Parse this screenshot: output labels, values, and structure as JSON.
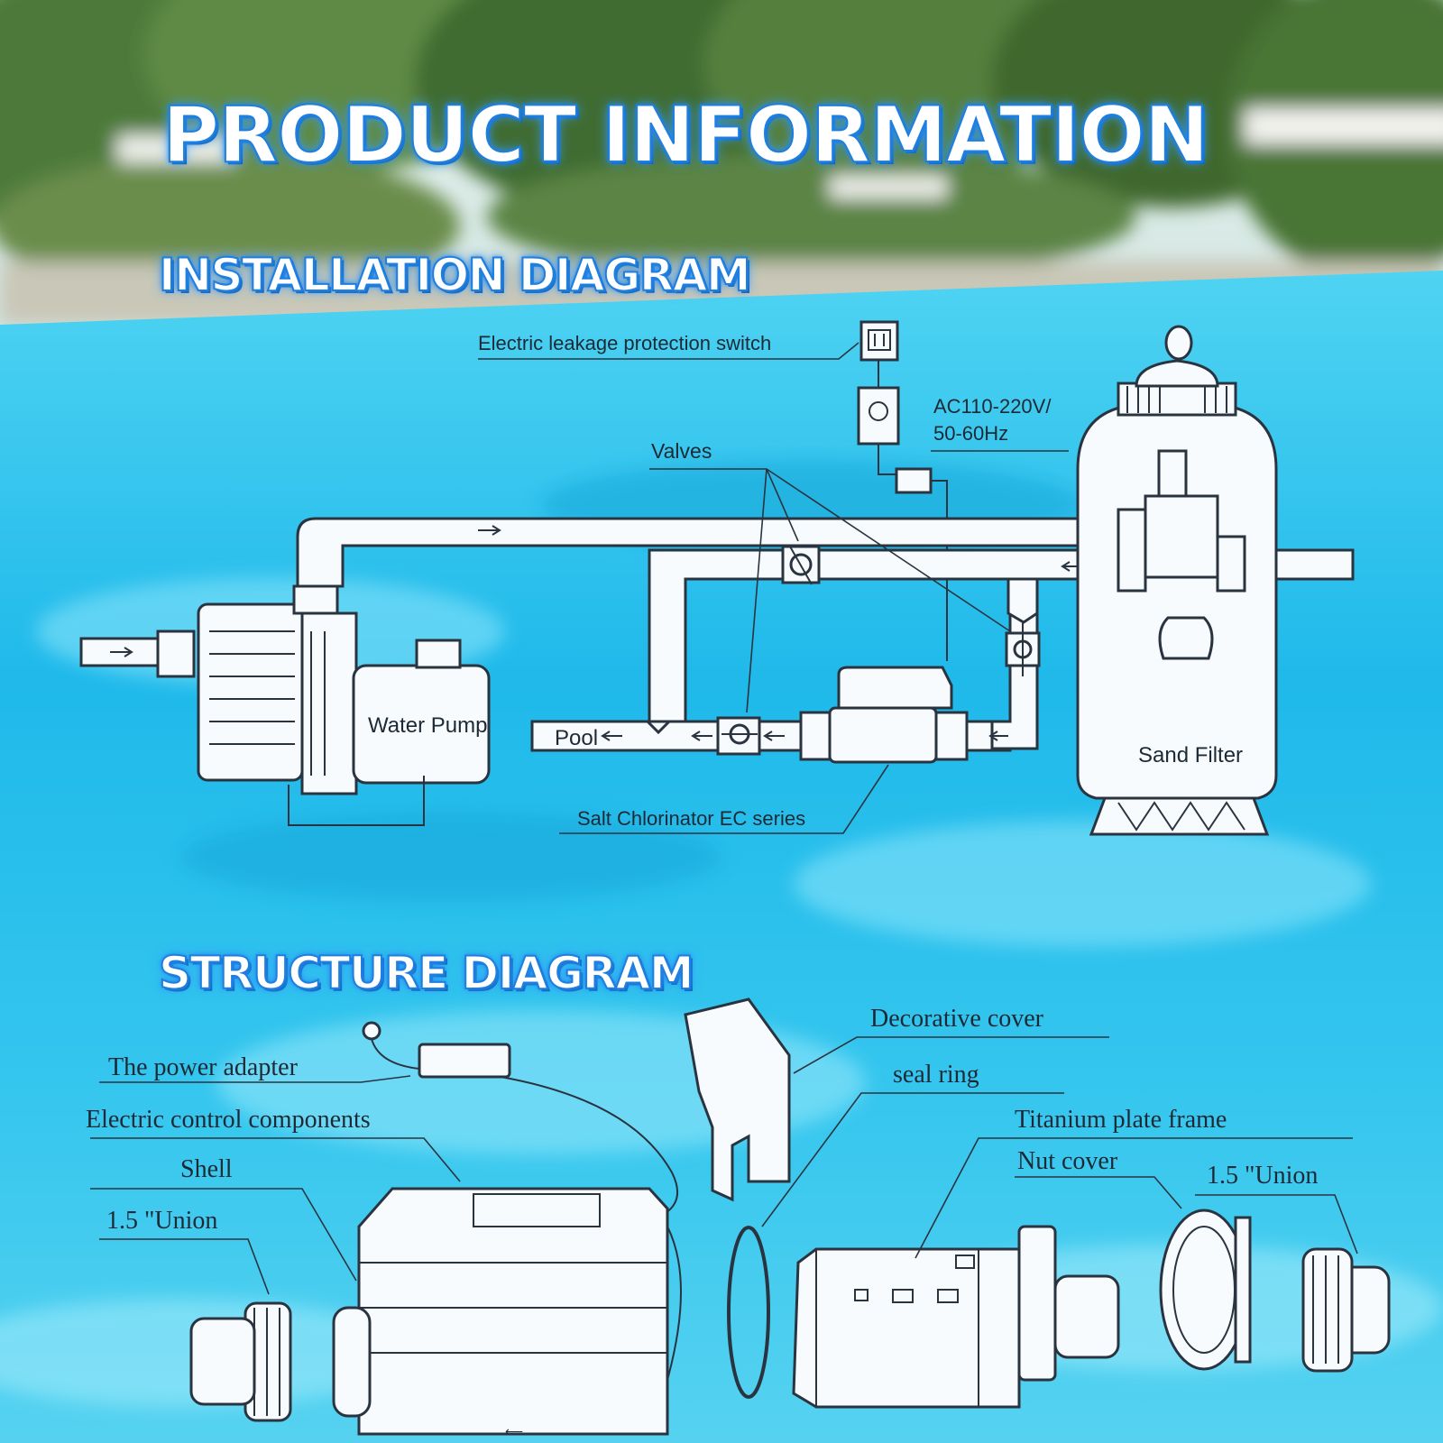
{
  "headings": {
    "main": "PRODUCT INFORMATION",
    "installation": "INSTALLATION DIAGRAM",
    "structure": "STRUCTURE DIAGRAM"
  },
  "installation_labels": {
    "leakage_switch": "Electric leakage protection switch",
    "power_line1": "AC110-220V/",
    "power_line2": "50-60Hz",
    "valves": "Valves",
    "water_pump": "Water Pump",
    "pool": "Pool",
    "sand_filter": "Sand Filter",
    "salt_chlorinator": "Salt Chlorinator EC series"
  },
  "structure_labels": {
    "decorative_cover": "Decorative cover",
    "power_adapter": "The power adapter",
    "seal_ring": "seal ring",
    "electric_control": "Electric control components",
    "titanium_frame": "Titanium plate frame",
    "shell": "Shell",
    "nut_cover": "Nut cover",
    "union_left": "1.5 \"Union",
    "union_right": "1.5 \"Union"
  },
  "colors": {
    "water": "#2cc3ec",
    "sky": "#dfeef2",
    "trees": "#3b6a2e",
    "heading_stroke": "#1e7fe0",
    "line_art": "#2a3440"
  }
}
